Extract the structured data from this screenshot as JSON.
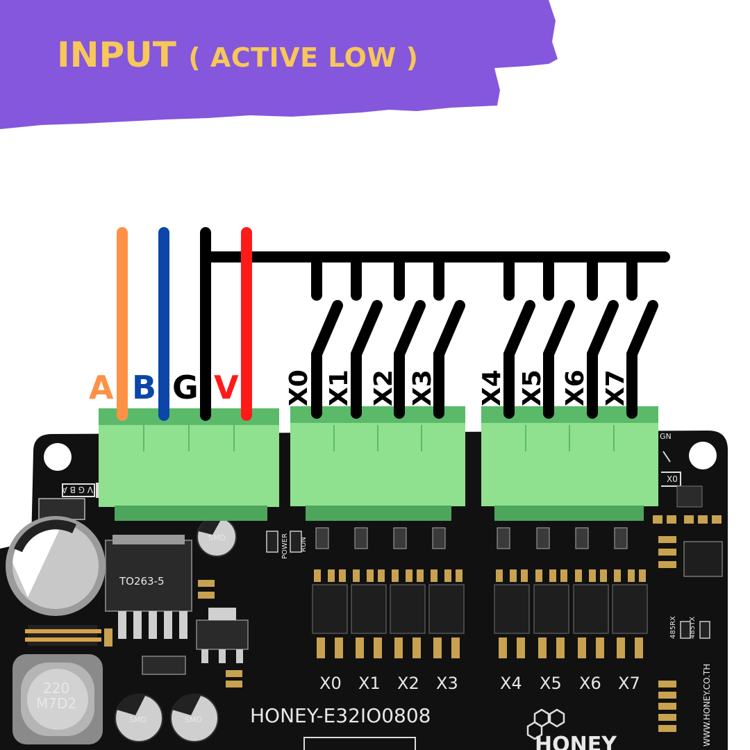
{
  "banner": {
    "title_main": "INPUT",
    "title_sub": "( ACTIVE LOW )",
    "color": "#8457dc",
    "title_color": "#f7c75a"
  },
  "power_pins": [
    {
      "label": "A",
      "color": "#ff9146"
    },
    {
      "label": "B",
      "color": "#0b46a8"
    },
    {
      "label": "G",
      "color": "#000000"
    },
    {
      "label": "V",
      "color": "#ff1a1a"
    }
  ],
  "input_pins": [
    "X0",
    "X1",
    "X2",
    "X3",
    "X4",
    "X5",
    "X6",
    "X7"
  ],
  "board": {
    "model": "HONEY-E32IO0808",
    "inductor_top": "220",
    "inductor_bottom": "M7D2",
    "regulator": "TO263-5",
    "cap_label": "SMD",
    "led_power": "POWER",
    "led_run": "RUN",
    "input_silk": [
      "X0",
      "X1",
      "X2",
      "X3",
      "X4",
      "X5",
      "X6",
      "X7"
    ],
    "side_text": "WWW.HONEY.CO.TH",
    "brand": "HONEY",
    "rs485_rx": "485RX",
    "rs485_tx": "485TX",
    "terminal_silk": "V G B A",
    "gnd_silk": "GN",
    "xo_silk": "X0"
  }
}
